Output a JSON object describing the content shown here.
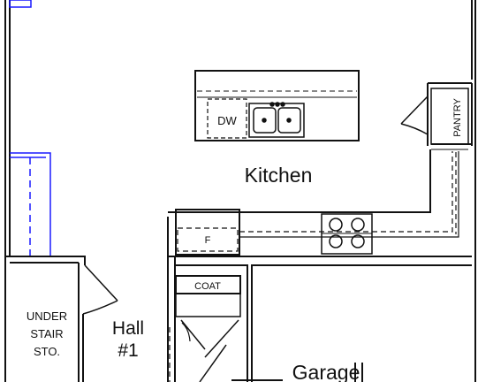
{
  "rooms": {
    "kitchen": "Kitchen",
    "hall_line1": "Hall",
    "hall_line2": "#1",
    "garage": "Garage"
  },
  "fixtures": {
    "dishwasher": "DW",
    "fridge": "F",
    "coat": "COAT",
    "pantry": "PANTRY",
    "under_stair": [
      "UNDER",
      "STAIR",
      "STO."
    ]
  },
  "colors": {
    "wall": "#111111",
    "stair": "#1a1aff"
  }
}
